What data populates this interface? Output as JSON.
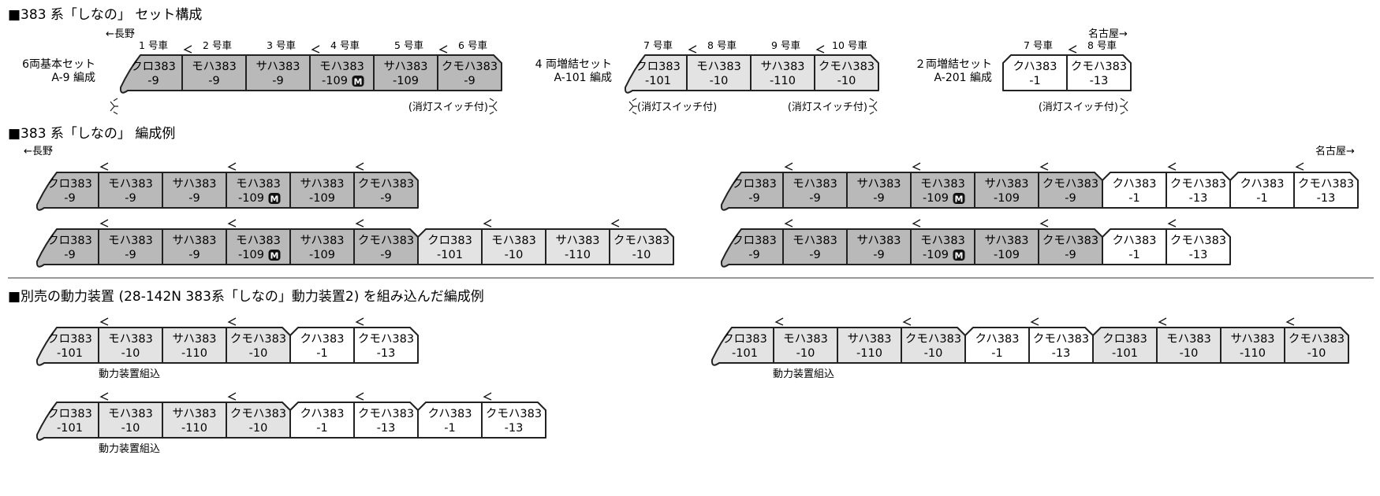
{
  "colors": {
    "dark": "#b9b9b9",
    "light": "#e3e3e3",
    "white": "#ffffff",
    "stroke": "#222222"
  },
  "section1": {
    "title": "■383 系「しなの」 セット構成",
    "dir_nagano": "←長野",
    "dir_nagoya": "名古屋→",
    "set_a9": {
      "name_line1": "6両基本セット",
      "name_line2": "A-9 編成",
      "car_numbers": [
        "1 号車",
        "2 号車",
        "3 号車",
        "4 号車",
        "5 号車",
        "6 号車"
      ],
      "switch_note": "(消灯スイッチ付)"
    },
    "set_a101": {
      "name_line1": "4 両増結セット",
      "name_line2": "A-101 編成",
      "car_numbers": [
        "7 号車",
        "8 号車",
        "9 号車",
        "10 号車"
      ],
      "switch_note_left": "(消灯スイッチ付)",
      "switch_note_right": "(消灯スイッチ付)"
    },
    "set_a201": {
      "name_line1": "２両増結セット",
      "name_line2": "A-201 編成",
      "car_numbers": [
        "7 号車",
        "8 号車"
      ],
      "switch_note": "(消灯スイッチ付)"
    }
  },
  "section2": {
    "title": "■383 系「しなの」 編成例",
    "dir_nagano": "←長野",
    "dir_nagoya": "名古屋→"
  },
  "section3": {
    "title": "■別売の動力装置 (28-142N 383系「しなの」動力装置2) を組み込んだ編成例",
    "motor_note": "動力装置組込"
  },
  "cars": {
    "a9": [
      {
        "l1": "クロ383",
        "l2": "-9",
        "motor": false
      },
      {
        "l1": "モハ383",
        "l2": "-9",
        "motor": false
      },
      {
        "l1": "サハ383",
        "l2": "-9",
        "motor": false
      },
      {
        "l1": "モハ383",
        "l2": "-109",
        "motor": true
      },
      {
        "l1": "サハ383",
        "l2": "-109",
        "motor": false
      },
      {
        "l1": "クモハ383",
        "l2": "-9",
        "motor": false
      }
    ],
    "a101": [
      {
        "l1": "クロ383",
        "l2": "-101",
        "motor": false
      },
      {
        "l1": "モハ383",
        "l2": "-10",
        "motor": false
      },
      {
        "l1": "サハ383",
        "l2": "-110",
        "motor": false
      },
      {
        "l1": "クモハ383",
        "l2": "-10",
        "motor": false
      }
    ],
    "a201": [
      {
        "l1": "クハ383",
        "l2": "-1",
        "motor": false
      },
      {
        "l1": "クモハ383",
        "l2": "-13",
        "motor": false
      }
    ]
  },
  "motor_mark": "M"
}
